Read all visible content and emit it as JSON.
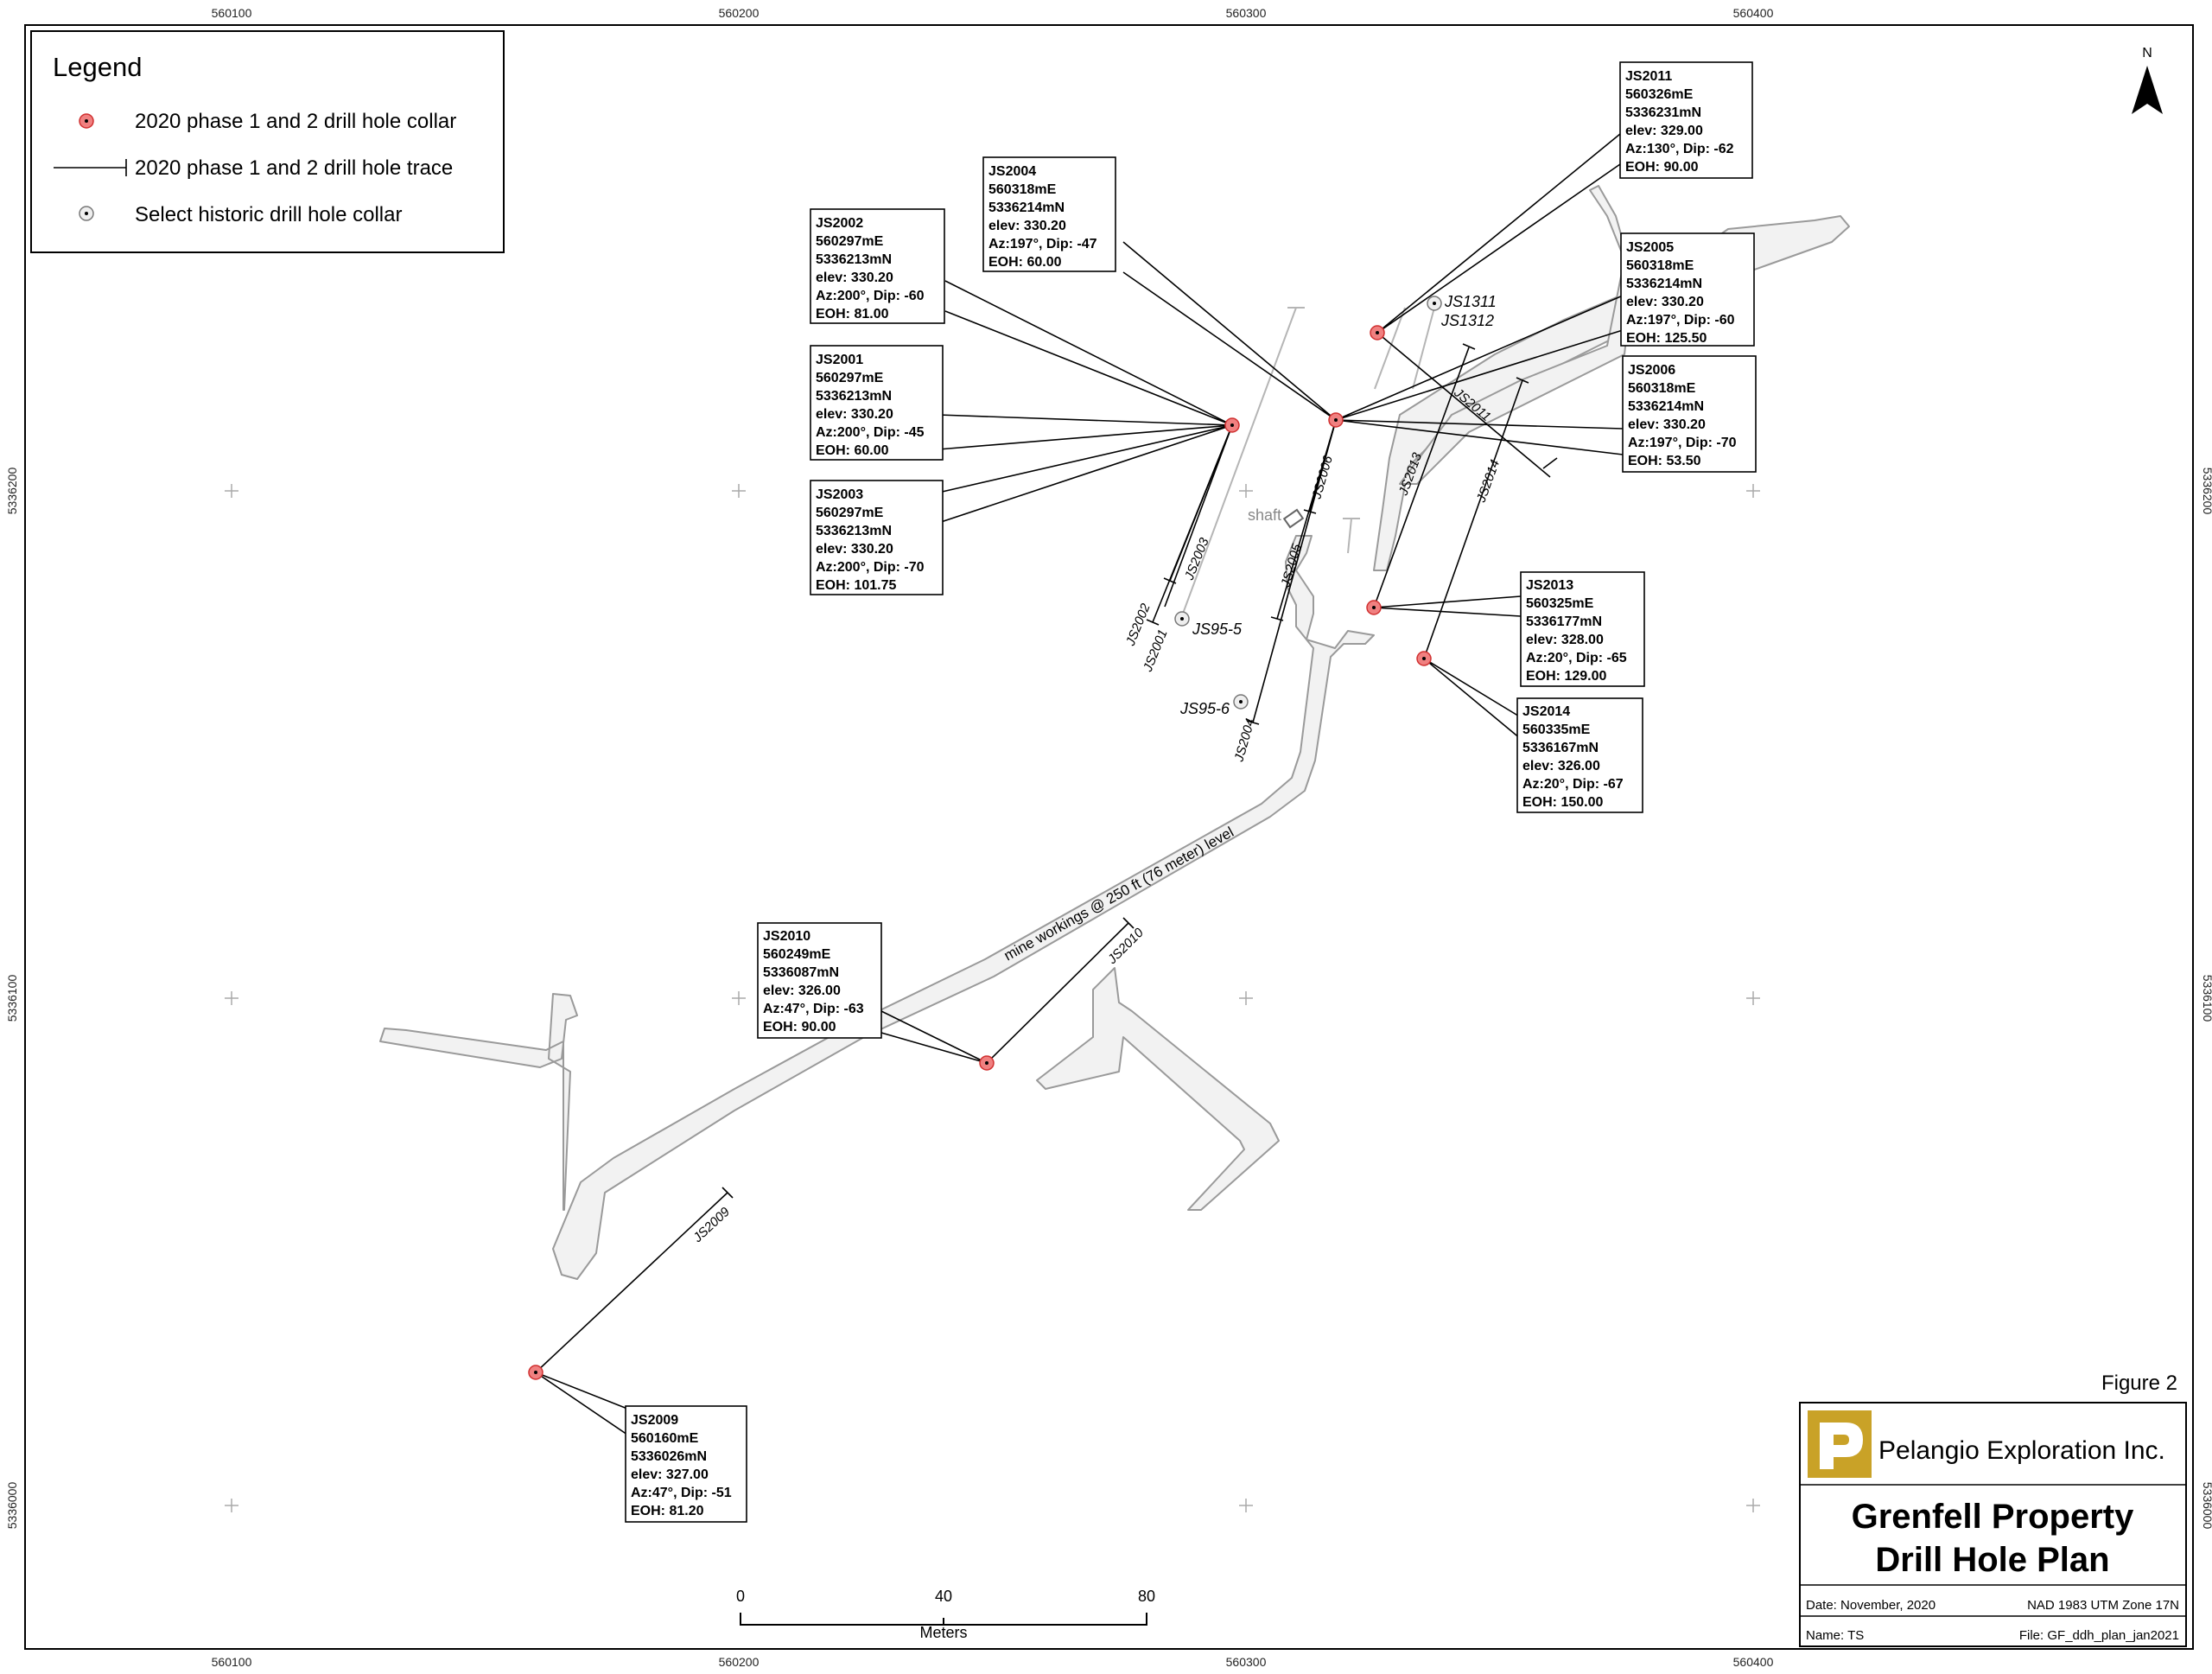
{
  "legend": {
    "title": "Legend",
    "items": [
      {
        "label": "2020 phase 1 and 2 drill hole collar",
        "symbol": "red-collar"
      },
      {
        "label": "2020 phase 1 and 2 drill hole trace",
        "symbol": "trace-line"
      },
      {
        "label": "Select historic drill hole collar",
        "symbol": "historic-collar"
      }
    ]
  },
  "grid": {
    "easting_labels": [
      "560100",
      "560200",
      "560300",
      "560400"
    ],
    "northing_labels": [
      "5336200",
      "5336100",
      "5336000"
    ]
  },
  "north_arrow": {
    "label": "N"
  },
  "callouts": [
    {
      "id": "JS2011",
      "lines": [
        "JS2011",
        "560326mE",
        " 5336231mN",
        "elev: 329.00",
        "Az:130°, Dip: -62",
        "EOH: 90.00"
      ]
    },
    {
      "id": "JS2004",
      "lines": [
        "JS2004",
        "560318mE",
        " 5336214mN",
        "elev: 330.20",
        "Az:197°, Dip: -47",
        "EOH: 60.00"
      ]
    },
    {
      "id": "JS2002",
      "lines": [
        "JS2002",
        "560297mE",
        " 5336213mN",
        "elev: 330.20",
        "Az:200°, Dip: -60",
        "EOH: 81.00"
      ]
    },
    {
      "id": "JS2001",
      "lines": [
        "JS2001",
        "560297mE",
        " 5336213mN",
        "elev: 330.20",
        "Az:200°, Dip: -45",
        "EOH: 60.00"
      ]
    },
    {
      "id": "JS2003",
      "lines": [
        "JS2003",
        "560297mE",
        " 5336213mN",
        "elev: 330.20",
        "Az:200°, Dip: -70",
        "EOH: 101.75"
      ]
    },
    {
      "id": "JS2005",
      "lines": [
        "JS2005",
        "560318mE",
        " 5336214mN",
        "elev: 330.20",
        "Az:197°, Dip: -60",
        "EOH: 125.50"
      ]
    },
    {
      "id": "JS2006",
      "lines": [
        "JS2006",
        "560318mE",
        " 5336214mN",
        "elev: 330.20",
        "Az:197°, Dip: -70",
        "EOH: 53.50"
      ]
    },
    {
      "id": "JS2013",
      "lines": [
        "JS2013",
        "560325mE",
        " 5336177mN",
        "elev: 328.00",
        "Az:20°, Dip: -65",
        "EOH: 129.00"
      ]
    },
    {
      "id": "JS2014",
      "lines": [
        "JS2014",
        "560335mE",
        " 5336167mN",
        "elev: 326.00",
        "Az:20°, Dip: -67",
        "EOH: 150.00"
      ]
    },
    {
      "id": "JS2010",
      "lines": [
        "JS2010",
        "560249mE",
        " 5336087mN",
        "elev: 326.00",
        "Az:47°, Dip: -63",
        "EOH: 90.00"
      ]
    },
    {
      "id": "JS2009",
      "lines": [
        "JS2009",
        "560160mE",
        " 5336026mN",
        "elev: 327.00",
        "Az:47°, Dip: -51",
        "EOH: 81.20"
      ]
    }
  ],
  "trace_labels": {
    "JS2003": "JS2003",
    "JS2002": "JS2002",
    "JS2001": "JS2001",
    "JS2005": "JS2005",
    "JS2004": "JS2004",
    "JS2006": "JS2006",
    "JS2013": "JS2013",
    "JS2014": "JS2014",
    "JS2011": "JS2011",
    "JS2010": "JS2010",
    "JS2009": "JS2009"
  },
  "historic_holes": [
    "JS95-5",
    "JS95-6",
    "JS1311",
    "JS1312"
  ],
  "annotations": {
    "shaft": "shaft",
    "workings": "mine workings @ 250 ft (76 meter) level"
  },
  "scale_bar": {
    "ticks": [
      "0",
      "40",
      "80"
    ],
    "units": "Meters"
  },
  "title_block": {
    "figure": "Figure 2",
    "company": "Pelangio Exploration Inc.",
    "title_line1": "Grenfell Property",
    "title_line2": "Drill Hole Plan",
    "date": "Date: November, 2020",
    "datum": "NAD 1983 UTM Zone 17N",
    "name": "Name: TS",
    "file": "File: GF_ddh_plan_jan2021"
  },
  "colors": {
    "collar_fill": "#f08080",
    "collar_stroke": "#d03030",
    "workings_fill": "#f2f2f2",
    "workings_stroke": "#9a9a9a",
    "logo_gold": "#c9a227"
  }
}
